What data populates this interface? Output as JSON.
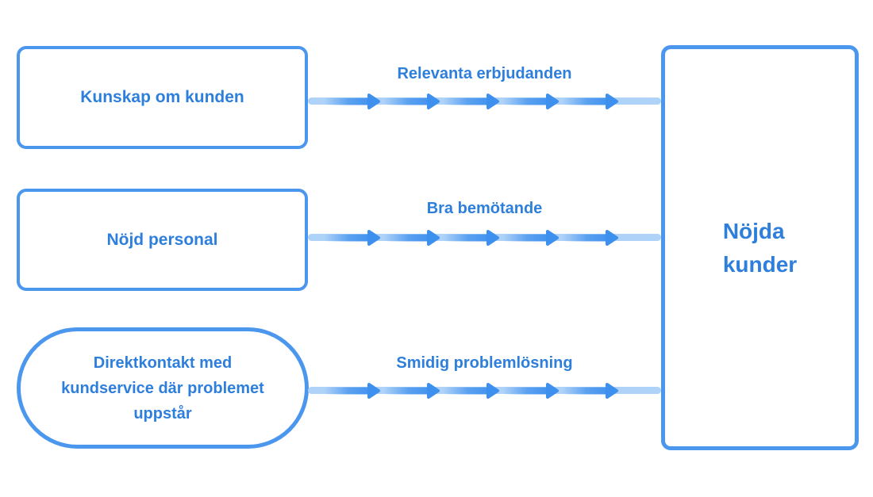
{
  "nodes": {
    "kunskap": {
      "label": "Kunskap om kunden",
      "shape": "rounded-rect"
    },
    "personal": {
      "label": "Nöjd personal",
      "shape": "rounded-rect"
    },
    "direktkontakt": {
      "label": "Direktkontakt med kundservice där problemet uppstår",
      "shape": "stadium"
    },
    "nojda_kunder": {
      "label": "Nöjda kunder",
      "shape": "rounded-rect"
    }
  },
  "flows": [
    {
      "from": "kunskap",
      "to": "nojda_kunder",
      "label": "Relevanta erbjudanden"
    },
    {
      "from": "personal",
      "to": "nojda_kunder",
      "label": "Bra bemötande"
    },
    {
      "from": "direktkontakt",
      "to": "nojda_kunder",
      "label": "Smidig problemlösning"
    }
  ],
  "style": {
    "arrow_segments_per_flow": 5,
    "colors": {
      "background": "#FFFFFF",
      "node_border": "#4B97EE",
      "text": "#2E7FDC",
      "arrow_track": "#AFD3F8",
      "arrow": "#3E90EE"
    }
  }
}
